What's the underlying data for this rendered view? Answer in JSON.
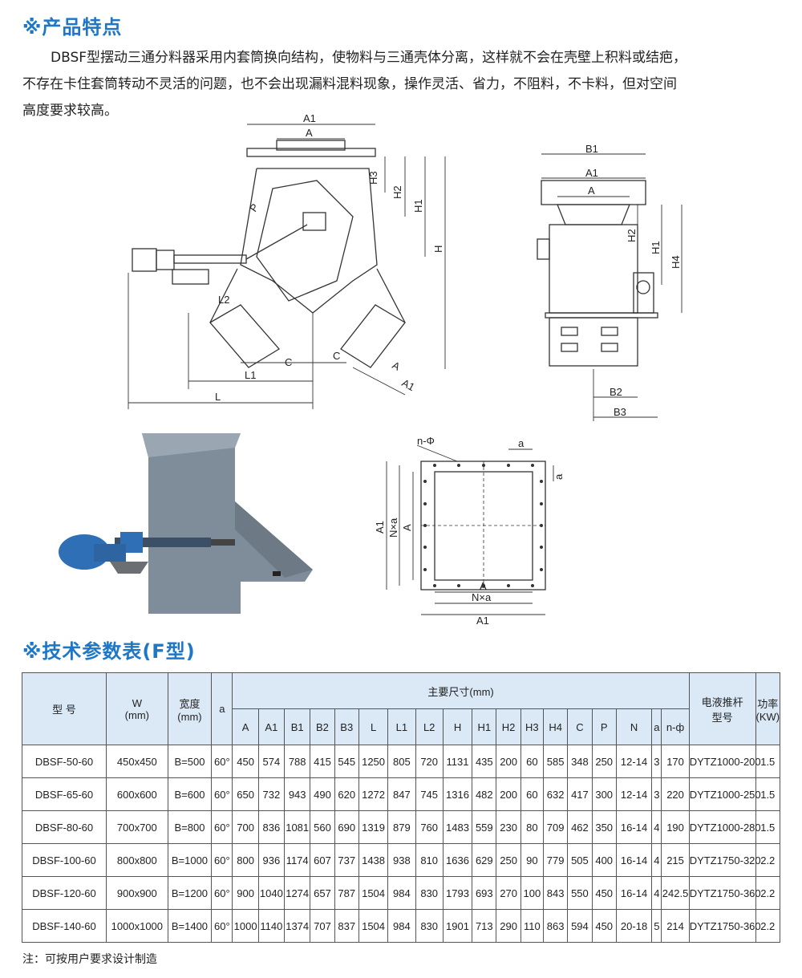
{
  "features": {
    "title": "※产品特点",
    "paragraph_line1": "DBSF型摆动三通分料器采用内套筒换向结构，使物料与三通壳体分离，这样就不会在壳壁上积料或结疤，",
    "paragraph_line2": "不存在卡住套筒转动不灵活的问题，也不会出现漏料混料现象，操作灵活、省力，不阻料，不卡料，但对空间",
    "paragraph_line3": "高度要求较高。"
  },
  "drawing_front": {
    "labels": [
      "A1",
      "A",
      "H3",
      "H2",
      "H1",
      "H",
      "P",
      "L2",
      "C",
      "C",
      "A",
      "A1",
      "L1",
      "L"
    ]
  },
  "drawing_side": {
    "labels": [
      "B1",
      "A1",
      "A",
      "H2",
      "H1",
      "H4",
      "B2",
      "B3"
    ]
  },
  "drawing_flange": {
    "labels": [
      "n-Φ",
      "a",
      "a",
      "A1",
      "N×a",
      "A",
      "A",
      "N×a",
      "A1"
    ]
  },
  "photo_label": "",
  "spec": {
    "title": "※技术参数表(F型)",
    "header": {
      "model": "型  号",
      "w": "W",
      "w_unit": "(mm)",
      "width": "宽度",
      "width_unit": "(mm)",
      "angle": "a",
      "main_dim": "主要尺寸(mm)",
      "actuator": "电液推杆",
      "actuator2": "型号",
      "power": "功率",
      "power_unit": "(KW)",
      "dims": [
        "A",
        "A1",
        "B1",
        "B2",
        "B3",
        "L",
        "L1",
        "L2",
        "H",
        "H1",
        "H2",
        "H3",
        "H4",
        "C",
        "P",
        "N",
        "a",
        "n-ф"
      ]
    },
    "rows": [
      [
        "DBSF-50-60",
        "450x450",
        "B=500",
        "60°",
        "450",
        "574",
        "788",
        "415",
        "545",
        "1250",
        "805",
        "720",
        "1131",
        "435",
        "200",
        "60",
        "585",
        "348",
        "250",
        "12-14",
        "3",
        "170",
        "DYTZ1000-200",
        "1.5"
      ],
      [
        "DBSF-65-60",
        "600x600",
        "B=600",
        "60°",
        "650",
        "732",
        "943",
        "490",
        "620",
        "1272",
        "847",
        "745",
        "1316",
        "482",
        "200",
        "60",
        "632",
        "417",
        "300",
        "12-14",
        "3",
        "220",
        "DYTZ1000-250",
        "1.5"
      ],
      [
        "DBSF-80-60",
        "700x700",
        "B=800",
        "60°",
        "700",
        "836",
        "1081",
        "560",
        "690",
        "1319",
        "879",
        "760",
        "1483",
        "559",
        "230",
        "80",
        "709",
        "462",
        "350",
        "16-14",
        "4",
        "190",
        "DYTZ1000-280",
        "1.5"
      ],
      [
        "DBSF-100-60",
        "800x800",
        "B=1000",
        "60°",
        "800",
        "936",
        "1174",
        "607",
        "737",
        "1438",
        "938",
        "810",
        "1636",
        "629",
        "250",
        "90",
        "779",
        "505",
        "400",
        "16-14",
        "4",
        "215",
        "DYTZ1750-320",
        "2.2"
      ],
      [
        "DBSF-120-60",
        "900x900",
        "B=1200",
        "60°",
        "900",
        "1040",
        "1274",
        "657",
        "787",
        "1504",
        "984",
        "830",
        "1793",
        "693",
        "270",
        "100",
        "843",
        "550",
        "450",
        "16-14",
        "4",
        "242.5",
        "DYTZ1750-360",
        "2.2"
      ],
      [
        "DBSF-140-60",
        "1000x1000",
        "B=1400",
        "60°",
        "1000",
        "1140",
        "1374",
        "707",
        "837",
        "1504",
        "984",
        "830",
        "1901",
        "713",
        "290",
        "110",
        "863",
        "594",
        "450",
        "20-18",
        "5",
        "214",
        "DYTZ1750-360",
        "2.2"
      ]
    ],
    "note": "注：可按用户要求设计制造"
  },
  "colors": {
    "title_blue": "#1d77c6",
    "header_bg": "#dbe9f6",
    "photo_steel": "#7f8c99",
    "motor_blue": "#2e6fb5"
  }
}
